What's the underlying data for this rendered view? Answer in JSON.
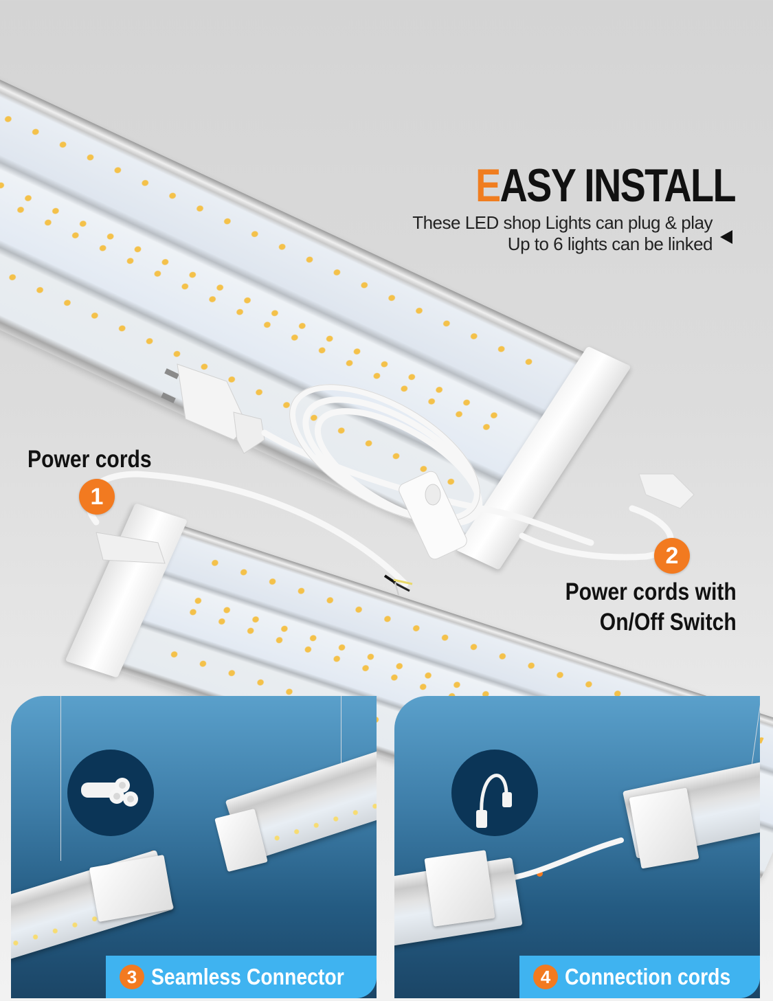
{
  "headline": {
    "accent_letter": "E",
    "rest": "ASY INSTALL",
    "lines": [
      "These LED shop Lights can plug & play",
      "Up to 6 lights can be linked"
    ]
  },
  "callouts": [
    {
      "number": "1",
      "label": "Power cords"
    },
    {
      "number": "2",
      "label_line1": "Power cords with",
      "label_line2": "On/Off Switch"
    }
  ],
  "panels": [
    {
      "number": "3",
      "caption": "Seamless Connector"
    },
    {
      "number": "4",
      "caption": "Connection cords"
    }
  ],
  "colors": {
    "accent_orange": "#f27a20",
    "caption_blue": "#3fb3f0",
    "panel_dark": "#1b4566",
    "inset_circle": "#0b3557",
    "background": "#d4d4d4"
  }
}
